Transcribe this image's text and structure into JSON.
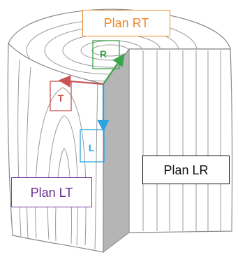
{
  "planes": {
    "rt": {
      "label": "Plan RT",
      "color": "#ee8a2c"
    },
    "lr": {
      "label": "Plan LR",
      "color": "#111111"
    },
    "lt": {
      "label": "Plan LT",
      "color": "#6a2d8f"
    }
  },
  "axes": {
    "r": {
      "label": "R",
      "color": "#3aa64a"
    },
    "t": {
      "label": "T",
      "color": "#c95252"
    },
    "l": {
      "label": "L",
      "color": "#2aa3e0"
    }
  }
}
